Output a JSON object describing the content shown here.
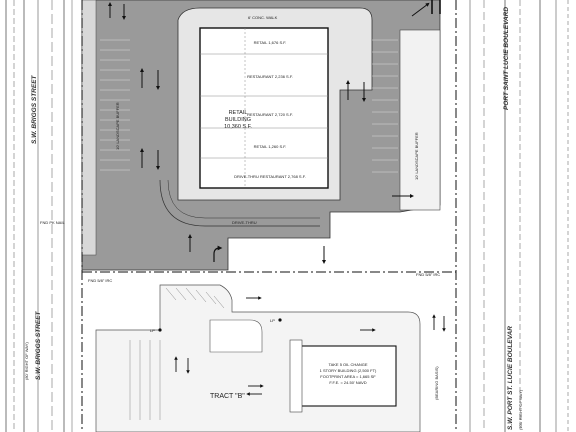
{
  "building": {
    "title_line1": "RETAIL",
    "title_line2": "BUILDING",
    "title_line3": "10,360 S.F.",
    "units": [
      "RETAIL 1,676 S.F.",
      "RESTAURANT 2,236 S.F.",
      "RESTAURANT 2,720 S.F.",
      "RETAIL 1,260 S.F.",
      "DRIVE-THRU RESTAURANT 2,768 S.F."
    ],
    "drive_thru_label": "DRIVE-THRU"
  },
  "streets": {
    "west": "S.W. BRIGGS STREET",
    "west_row": "(80' RIGHT OF WAY)",
    "east": "S.W. PORT ST. LUCIE BOULEVAR",
    "east_row": "(100' RIGHT OF WAY)",
    "northeast": "PORT SAINT LUCIE BOULEVARD"
  },
  "tract": {
    "label": "TRACT \"B\""
  },
  "oil_change": {
    "line1": "TAKE 5 OIL CHANGE",
    "line2": "1 STORY BUILDING (2,500 FT)",
    "line3": "FOOTPRINT AREA = 1,665 SF",
    "line4": "F.F.E. = 24.50' NAVD"
  },
  "notes": {
    "buffer_west": "10' LANDSCAPE BUFFER",
    "buffer_east": "10' LANDSCAPE BUFFER",
    "sidewalk": "6' CONC. WALK",
    "bearing_basis": "(BEARING BASIS)",
    "fnd_1": "FND PK NAIL",
    "fnd_2": "FND 5/8\" IRC",
    "fnd_3": "FND 5/8\" IRC",
    "lp_1": "LP",
    "lp_2": "LP"
  }
}
